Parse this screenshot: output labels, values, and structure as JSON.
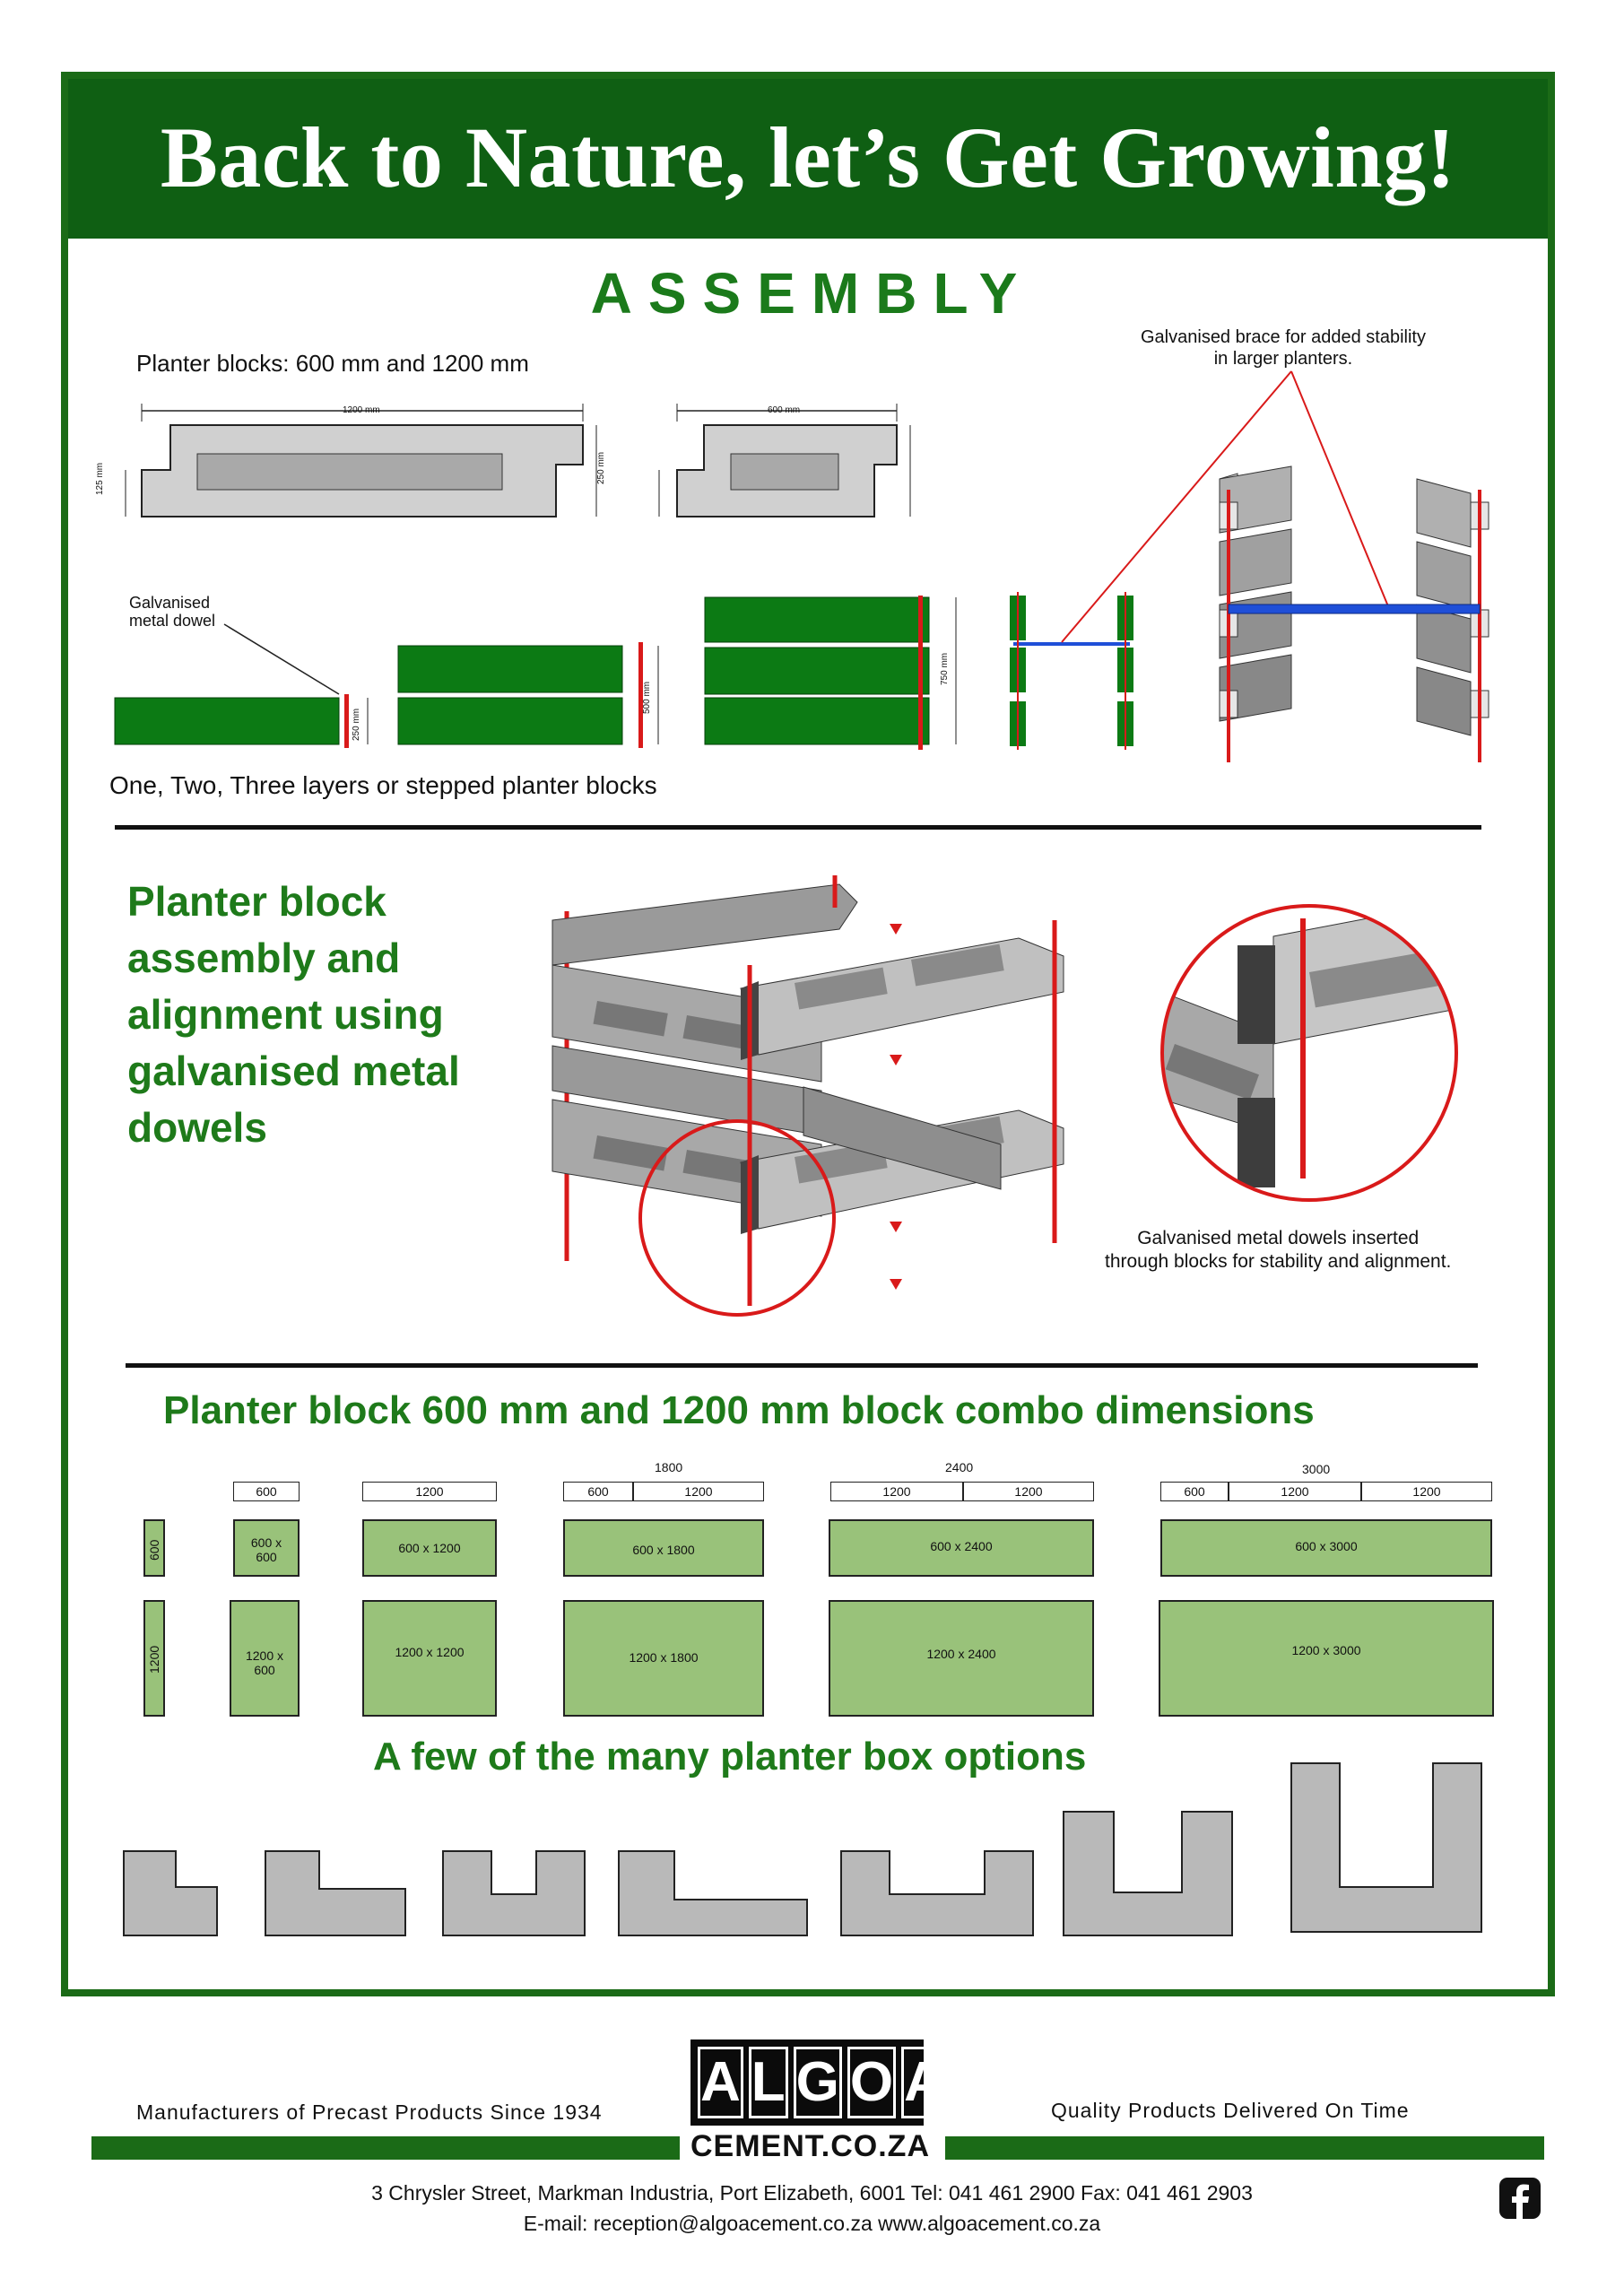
{
  "banner": {
    "title": "Back to Nature, let’s Get Growing!"
  },
  "assembly": {
    "heading": "ASSEMBLY",
    "blocks_label": "Planter blocks: 600 mm and 1200 mm",
    "dim_1200": "1200 mm",
    "dim_600": "600 mm",
    "dim_125": "125 mm",
    "dim_250": "250 mm",
    "dim_500": "500 mm",
    "dim_750": "750 mm",
    "dowel_label": "Galvanised\nmetal dowel",
    "brace_label": "Galvanised brace for added stability\nin larger planters.",
    "layers_label": "One, Two, Three layers or stepped planter blocks"
  },
  "alignment": {
    "heading": "Planter block\nassembly and\nalignment using\ngalvanised metal\ndowels",
    "caption": "Galvanised metal dowels inserted\nthrough blocks for stability and alignment."
  },
  "combo": {
    "heading": "Planter block 600 mm and 1200 mm block combo dimensions",
    "side_600": "600",
    "side_1200": "1200",
    "columns": [
      {
        "total": "",
        "segments": [
          "600"
        ],
        "small": "600 x\n600",
        "large": "1200 x\n600"
      },
      {
        "total": "",
        "segments": [
          "1200"
        ],
        "small": "600 x 1200",
        "large": "1200 x 1200"
      },
      {
        "total": "1800",
        "segments": [
          "600",
          "1200"
        ],
        "small": "600 x 1800",
        "large": "1200 x 1800"
      },
      {
        "total": "2400",
        "segments": [
          "1200",
          "1200"
        ],
        "small": "600 x 2400",
        "large": "1200 x 2400"
      },
      {
        "total": "3000",
        "segments": [
          "600",
          "1200",
          "1200"
        ],
        "small": "600 x 3000",
        "large": "1200 x 3000"
      }
    ]
  },
  "options": {
    "heading": "A few of the many planter box options"
  },
  "footer": {
    "left_tagline": "Manufacturers of Precast Products Since 1934",
    "right_tagline": "Quality Products Delivered On Time",
    "logo_letters": [
      "A",
      "L",
      "G",
      "O",
      "A"
    ],
    "logo_domain": "CEMENT.CO.ZA",
    "address": "3 Chrysler Street, Markman Industria, Port Elizabeth, 6001  Tel: 041 461 2900   Fax: 041 461 2903",
    "contact": "E-mail: reception@algoacement.co.za    www.algoacement.co.za",
    "facebook_icon": "facebook-icon"
  },
  "colors": {
    "brand_green": "#1b6b17",
    "block_grey": "#c8c8c8",
    "accent_red": "#d91a1a",
    "brace_blue": "#1f4fd8",
    "combo_green": "#99c27a"
  }
}
